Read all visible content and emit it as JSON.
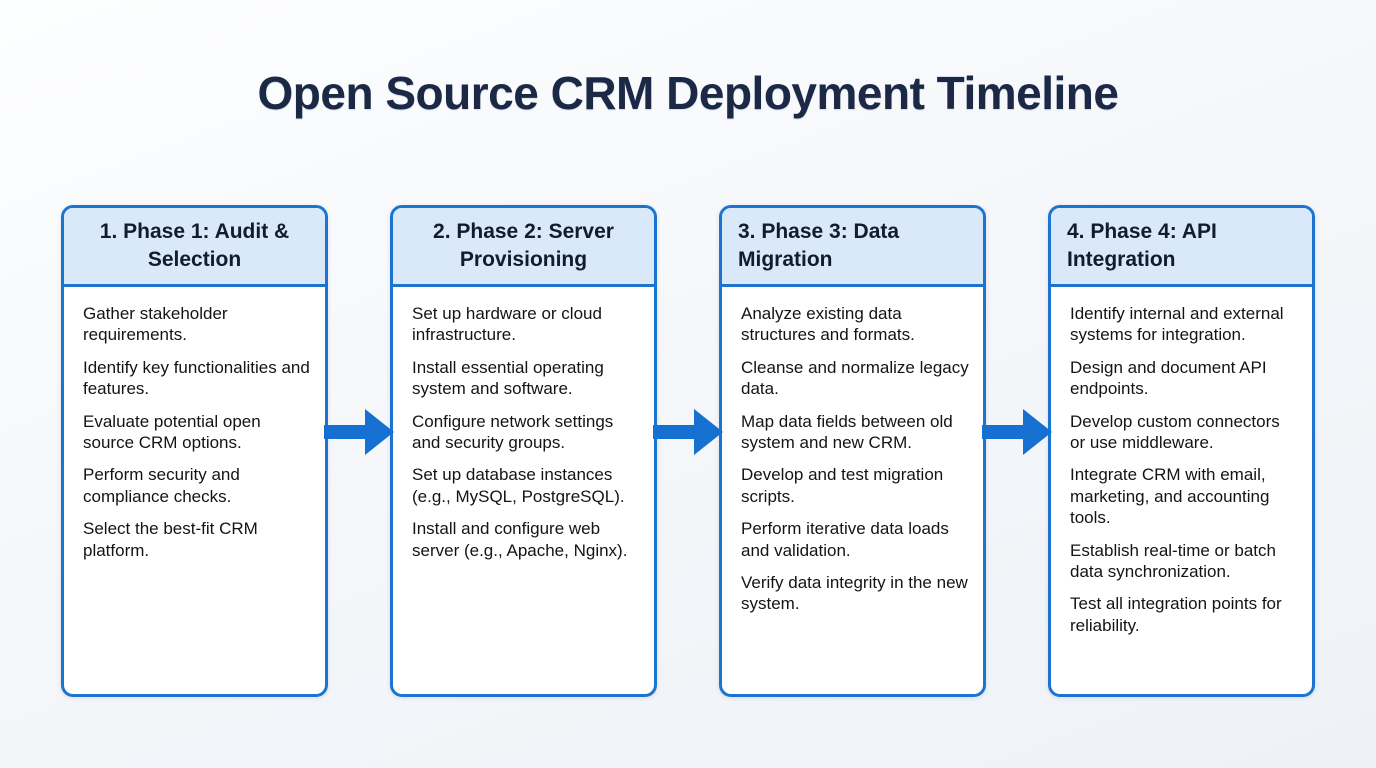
{
  "page": {
    "title": "Open Source CRM Deployment Timeline"
  },
  "colors": {
    "accent_blue": "#1d74d0",
    "arrow_blue": "#1570d2",
    "header_bg": "#d9e9fa",
    "title_navy": "#1c2946",
    "body_text": "#141414"
  },
  "cards": [
    {
      "title": "1. Phase 1: Audit & Selection",
      "items": [
        "Gather stakeholder requirements.",
        "Identify key functionalities and features.",
        "Evaluate potential open source CRM options.",
        "Perform security and compliance checks.",
        "Select the best-fit CRM platform."
      ]
    },
    {
      "title": "2. Phase 2: Server Provisioning",
      "items": [
        "Set up hardware or cloud infrastructure.",
        "Install essential operating system and software.",
        "Configure network settings and security groups.",
        "Set up database instances (e.g., MySQL, PostgreSQL).",
        "Install and configure web server (e.g., Apache, Nginx)."
      ]
    },
    {
      "title": "3. Phase 3: Data Migration",
      "items": [
        "Analyze existing data structures and formats.",
        "Cleanse and normalize legacy data.",
        "Map data fields between old system and new CRM.",
        "Develop and test migration scripts.",
        "Perform iterative data loads and validation.",
        "Verify data integrity in the new system."
      ]
    },
    {
      "title": "4. Phase 4: API Integration",
      "items": [
        "Identify internal and external systems for integration.",
        "Design and document API endpoints.",
        "Develop custom connectors or use middleware.",
        "Integrate CRM with email, marketing, and accounting tools.",
        "Establish real-time or batch data synchronization.",
        "Test all integration points for reliability."
      ]
    }
  ]
}
